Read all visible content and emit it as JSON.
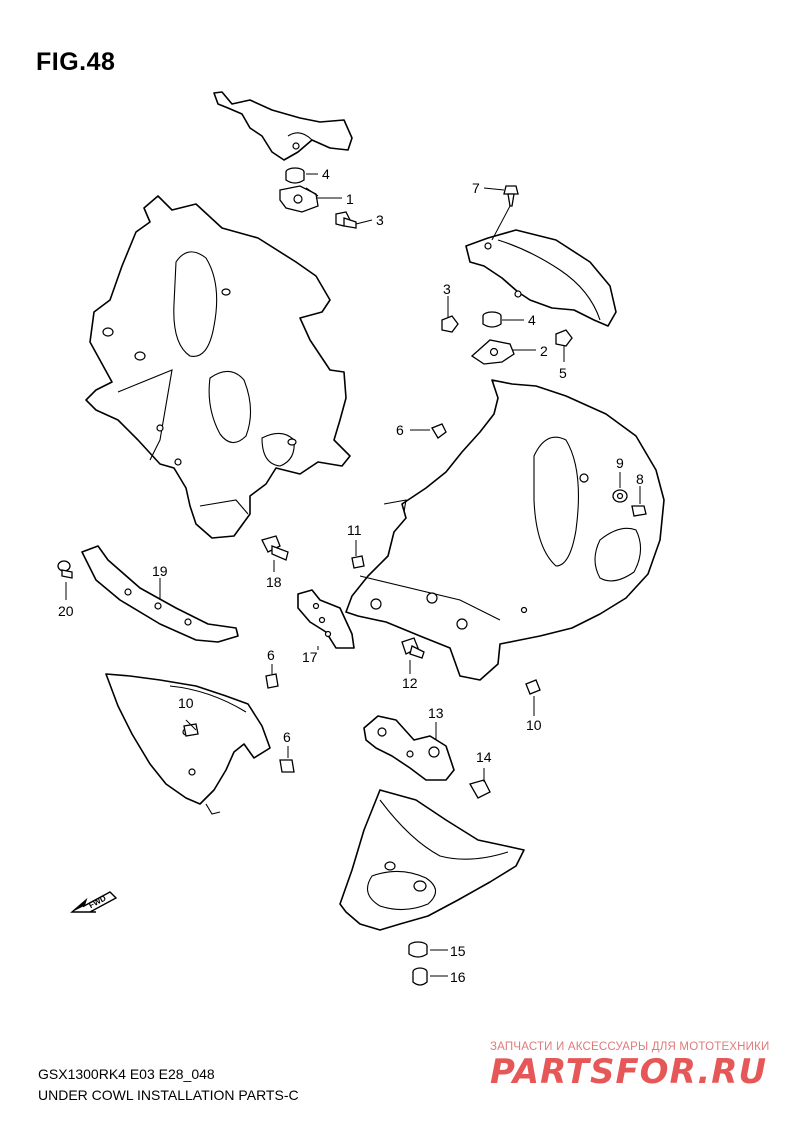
{
  "figure": {
    "title": "FIG.48"
  },
  "footer": {
    "model_code": "GSX1300RK4 E03 E28_048",
    "section_title": "UNDER COWL INSTALLATION PARTS-C"
  },
  "watermark": {
    "tagline": "ЗАПЧАСТИ И АКСЕССУАРЫ ДЛЯ МОТОТЕХНИКИ",
    "logo": "PARTSFOR.RU",
    "color": "#e23b3b"
  },
  "direction_indicator": {
    "label": "FWD",
    "icon": "forward-arrow-icon"
  },
  "callouts": {
    "c1": "1",
    "c2": "2",
    "c3a": "3",
    "c3b": "3",
    "c4a": "4",
    "c4b": "4",
    "c5": "5",
    "c6a": "6",
    "c6b": "6",
    "c6c": "6",
    "c7": "7",
    "c8": "8",
    "c9": "9",
    "c10a": "10",
    "c10b": "10",
    "c11": "11",
    "c12": "12",
    "c13": "13",
    "c14": "14",
    "c15": "15",
    "c16": "16",
    "c17": "17",
    "c18": "18",
    "c19": "19",
    "c20": "20"
  }
}
